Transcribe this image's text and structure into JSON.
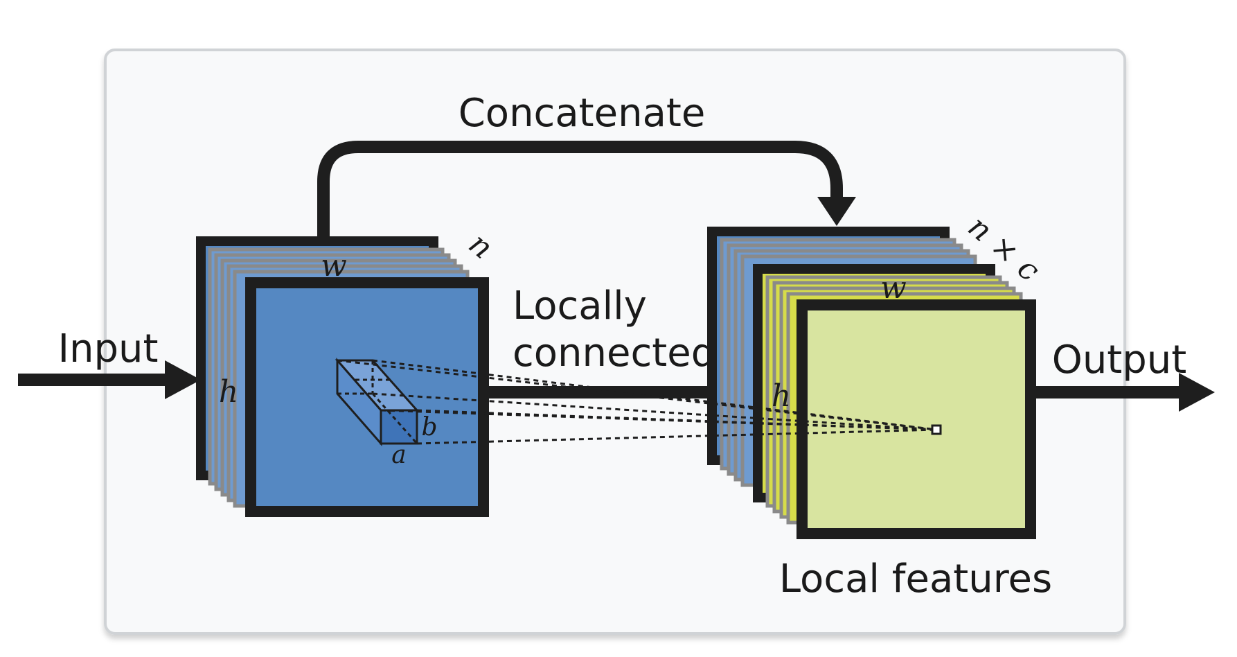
{
  "labels": {
    "input": "Input",
    "output": "Output",
    "concatenate": "Concatenate",
    "locally_line1": "Locally",
    "locally_line2": "connected",
    "local_features": "Local features"
  },
  "input_stack": {
    "width_var": "w",
    "height_var": "h",
    "depth_var": "n",
    "kernel_a": "a",
    "kernel_b": "b"
  },
  "output_stack": {
    "width_var": "w",
    "height_var": "h",
    "depth_var": "n × c"
  },
  "colors": {
    "panel_bg": "#f8f9fa",
    "panel_border": "#d0d3d6",
    "blue_fill": "#5588c2",
    "blue_layer": "#6f9bd0",
    "yellow_layer": "#d6dc4a",
    "green_fill": "#d8e4a0",
    "stroke": "#1e1e1e"
  }
}
